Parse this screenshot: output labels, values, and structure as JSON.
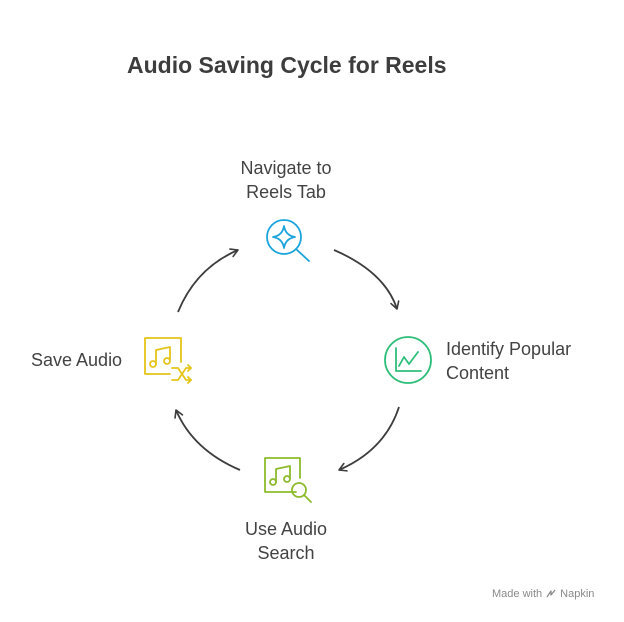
{
  "title": "Audio Saving Cycle for Reels",
  "steps": [
    {
      "lines": [
        "Navigate to",
        "Reels Tab"
      ],
      "icon": "sparkle-search-icon",
      "color": "#1ca4dc"
    },
    {
      "lines": [
        "Identify Popular",
        "Content"
      ],
      "icon": "trend-chart-icon",
      "color": "#2fbf7a"
    },
    {
      "lines": [
        "Use Audio",
        "Search"
      ],
      "icon": "music-search-icon",
      "color": "#8dbb2c"
    },
    {
      "lines": [
        "Save Audio"
      ],
      "icon": "music-shuffle-icon",
      "color": "#e5c51a"
    }
  ],
  "watermark": {
    "prefix": "Made with",
    "brand": "Napkin"
  }
}
